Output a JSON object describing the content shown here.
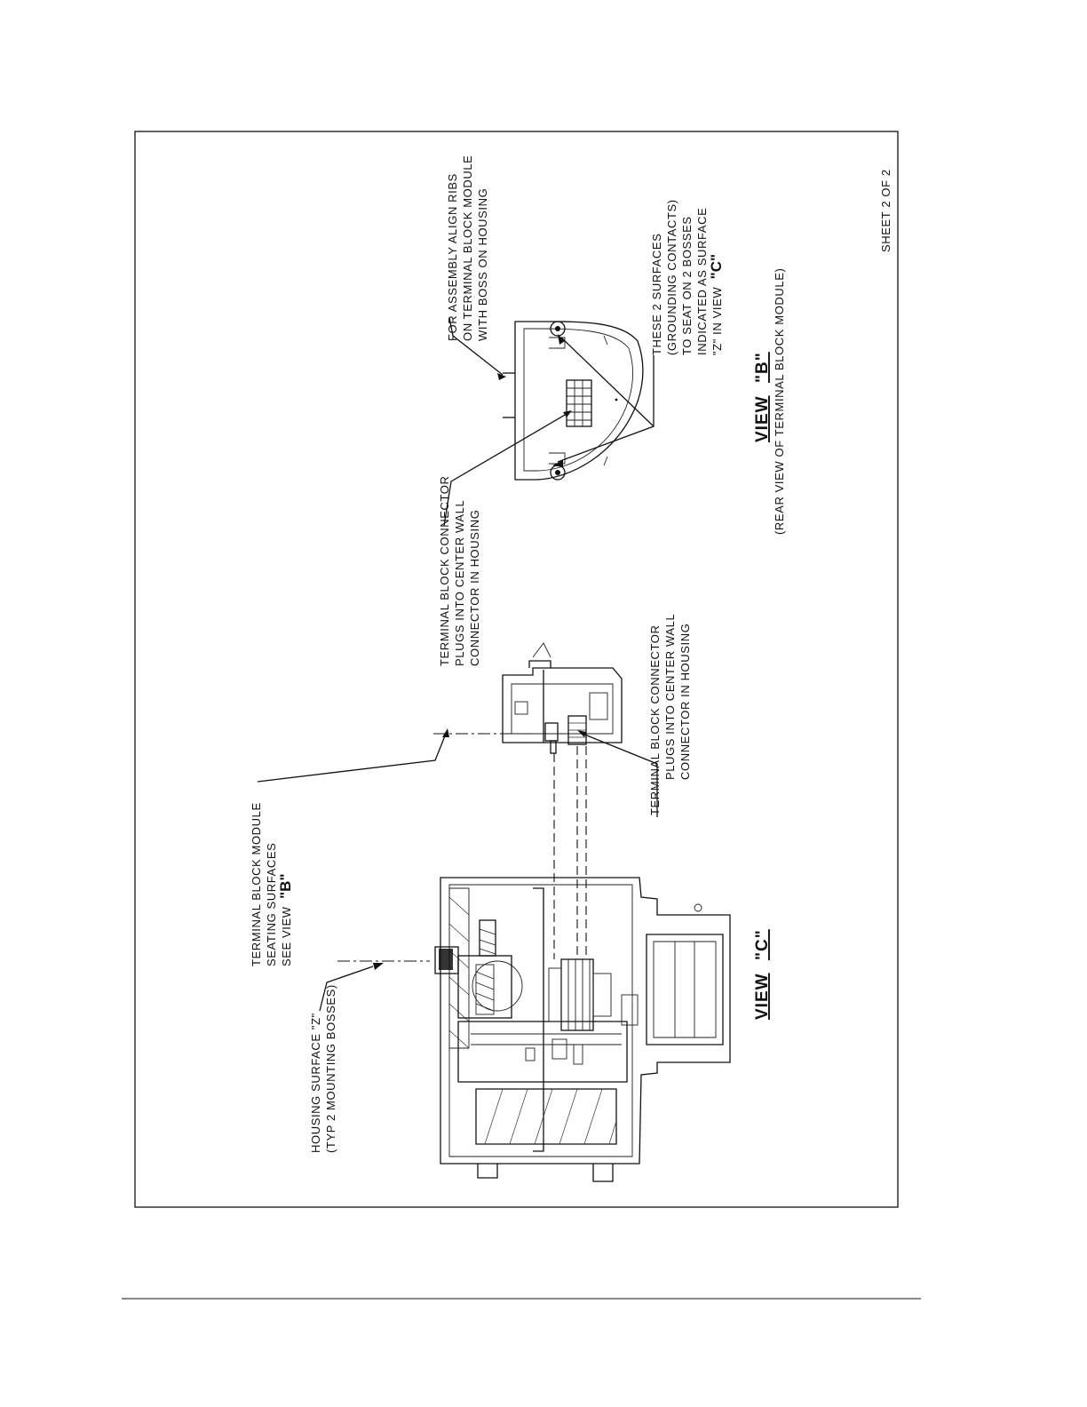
{
  "sheet_label": "SHEET 2 OF 2",
  "view_c": {
    "title": "VIEW",
    "letter": "\"C\""
  },
  "view_b": {
    "title": "VIEW",
    "letter": "\"B\"",
    "subtitle": "(REAR VIEW OF TERMINAL BLOCK MODULE)"
  },
  "callouts": {
    "housing_surface": {
      "line1": "HOUSING SURFACE \"Z\"",
      "line2": "(TYP 2 MOUNTING BOSSES)"
    },
    "seating_surfaces": {
      "line1": "TERMINAL BLOCK MODULE",
      "line2": "SEATING SURFACES",
      "line3": "SEE VIEW",
      "line3_ref": "\"B\""
    },
    "connector_left": {
      "line1": "TERMINAL BLOCK CONNECTOR",
      "line2": "PLUGS INTO CENTER WALL",
      "line3": "CONNECTOR IN HOUSING"
    },
    "connector_right": {
      "line1": "TERMINAL BLOCK CONNECTOR",
      "line2": "PLUGS INTO CENTER WALL",
      "line3": "CONNECTOR IN HOUSING"
    },
    "align_ribs": {
      "line1": "FOR ASSEMBLY ALIGN RIBS",
      "line2": "ON TERMINAL BLOCK MODULE",
      "line3": "WITH BOSS ON HOUSING"
    },
    "grounding": {
      "line1": "THESE 2 SURFACES",
      "line2": "(GROUNDING CONTACTS)",
      "line3": "TO SEAT ON 2 BOSSES",
      "line4": "INDICATED AS SURFACE",
      "line5": "\"Z\" IN VIEW",
      "line5_ref": "\"C\""
    }
  }
}
